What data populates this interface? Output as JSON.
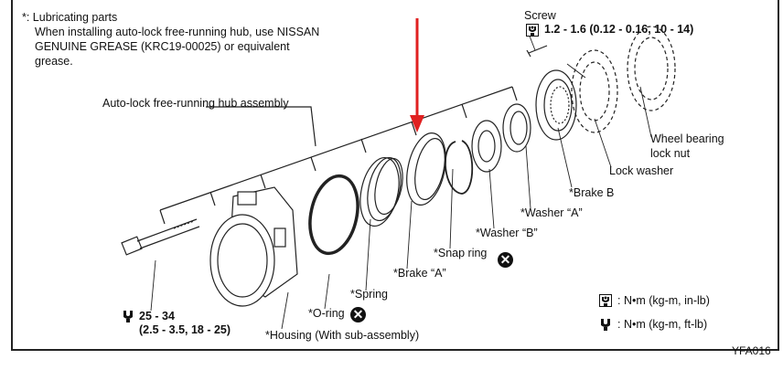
{
  "note": {
    "title": "*: Lubricating parts",
    "lines": [
      "When installing auto-lock free-running hub, use NISSAN",
      "GENUINE GREASE (KRC19-00025) or equivalent",
      "grease."
    ]
  },
  "assembly_label": "Auto-lock free-running hub assembly",
  "screw": {
    "label": "Screw",
    "torque": "1.2 - 1.6 (0.12 - 0.16, 10 - 14)"
  },
  "parts": {
    "wheel_bearing_1": "Wheel bearing",
    "wheel_bearing_2": "lock nut",
    "lock_washer": "Lock washer",
    "brake_b": "*Brake B",
    "washer_a": "*Washer “A”",
    "washer_b": "*Washer “B”",
    "snap_ring": "*Snap ring",
    "brake_a": "*Brake “A”",
    "spring": "*Spring",
    "o_ring": "*O-ring",
    "housing": "*Housing (With sub-assembly)"
  },
  "bolt_torque": {
    "line1": "25 - 34",
    "line2": "(2.5 - 3.5, 18 - 25)"
  },
  "legend": [
    {
      "icon": "torque-wrench-filled-icon",
      "text": ": N•m (kg-m, in-lb)"
    },
    {
      "icon": "torque-wrench-outline-icon",
      "text": ": N•m (kg-m, ft-lb)"
    }
  ],
  "replace_icon": "x-circle-icon",
  "figure_code": "YFA016",
  "colors": {
    "arrow": "#e02020"
  }
}
